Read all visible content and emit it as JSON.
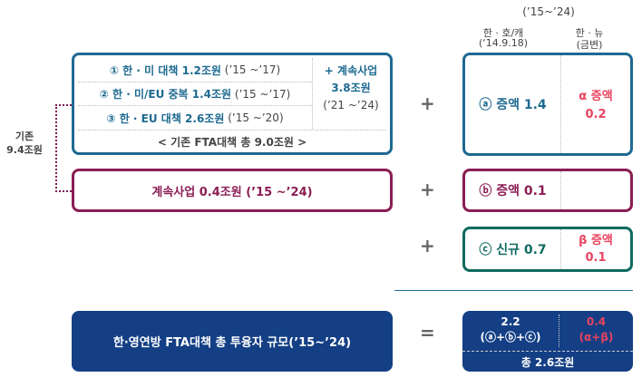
{
  "header": {
    "period": "(’15~’24)",
    "col1": "한 · 호/캐",
    "col1_sub": "(‘14.9.18)",
    "col2": "한 · 뉴",
    "col2_sub": "(금변)"
  },
  "left_label": {
    "line1": "기존",
    "line2": "9.4조원"
  },
  "existing_box": {
    "items": [
      {
        "label": "① 한 · 미 대책 1.2조원",
        "period": "(’15 ~’17)"
      },
      {
        "label": "② 한 · 미/EU 중복 1.4조원",
        "period": "(’15 ~’17)"
      },
      {
        "label": "③ 한 · EU 대책 2.6조원",
        "period": "(’15 ~’20)"
      }
    ],
    "continuing": {
      "line1": "+ 계속사업",
      "line2": "3.8조원",
      "line3": "(’21 ~’24)"
    },
    "total": "< 기존 FTA대책 총 9.0조원 >"
  },
  "continuing_box": {
    "label": "계속사업 0.4조원 (’15 ~’24)"
  },
  "right": {
    "a": {
      "label": "ⓐ 증액 1.4",
      "alpha1": "α 증액",
      "alpha2": "0.2"
    },
    "b": {
      "label": "ⓑ 증액 0.1"
    },
    "c": {
      "label": "ⓒ 신규 0.7",
      "beta1": "β 증액",
      "beta2": "0.1"
    },
    "total": {
      "v1": "2.2",
      "v1_sub": "(ⓐ+ⓑ+ⓒ)",
      "v2": "0.4",
      "v2_sub": "(α+β)",
      "sum": "총 2.6조원"
    }
  },
  "operators": {
    "plus": "+",
    "equals": "="
  },
  "bottom_box": {
    "label": "한·영연방 FTA대책 총 투융자 규모(’15~’24)"
  }
}
